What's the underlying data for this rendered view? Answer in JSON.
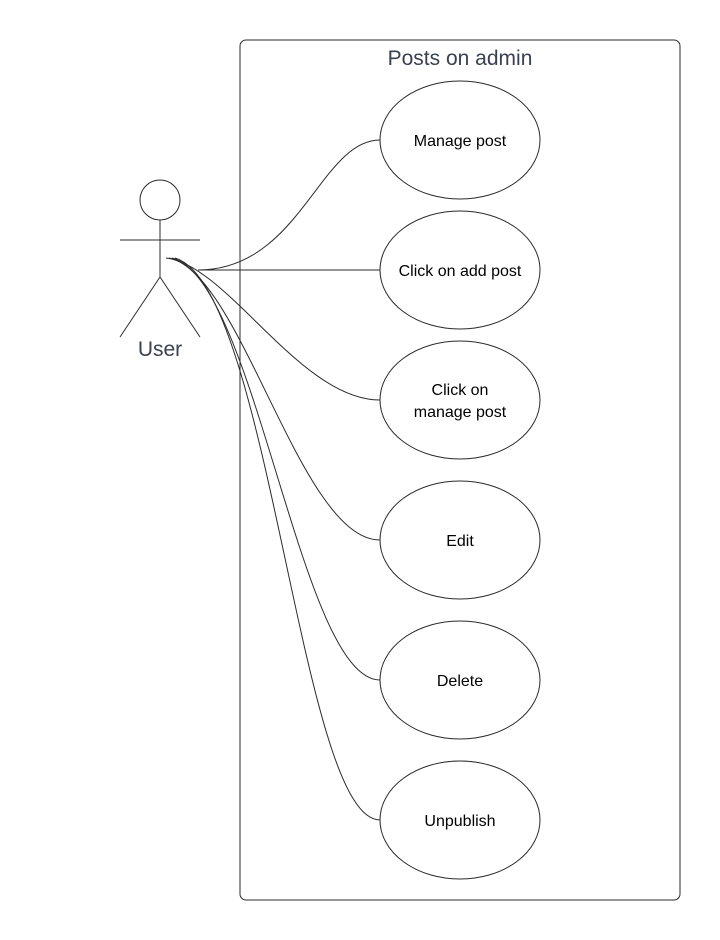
{
  "diagram": {
    "system_title": "Posts on admin",
    "actor_label": "User",
    "use_cases": [
      {
        "lines": [
          "Manage post"
        ]
      },
      {
        "lines": [
          "Click on add post"
        ]
      },
      {
        "lines": [
          "Click on",
          "manage post"
        ]
      },
      {
        "lines": [
          "Edit"
        ]
      },
      {
        "lines": [
          "Delete"
        ]
      },
      {
        "lines": [
          "Unpublish"
        ]
      }
    ],
    "colors": {
      "stroke": "#2b2b2b",
      "title_text": "#3a4150",
      "text": "#000000",
      "background": "#ffffff"
    }
  }
}
